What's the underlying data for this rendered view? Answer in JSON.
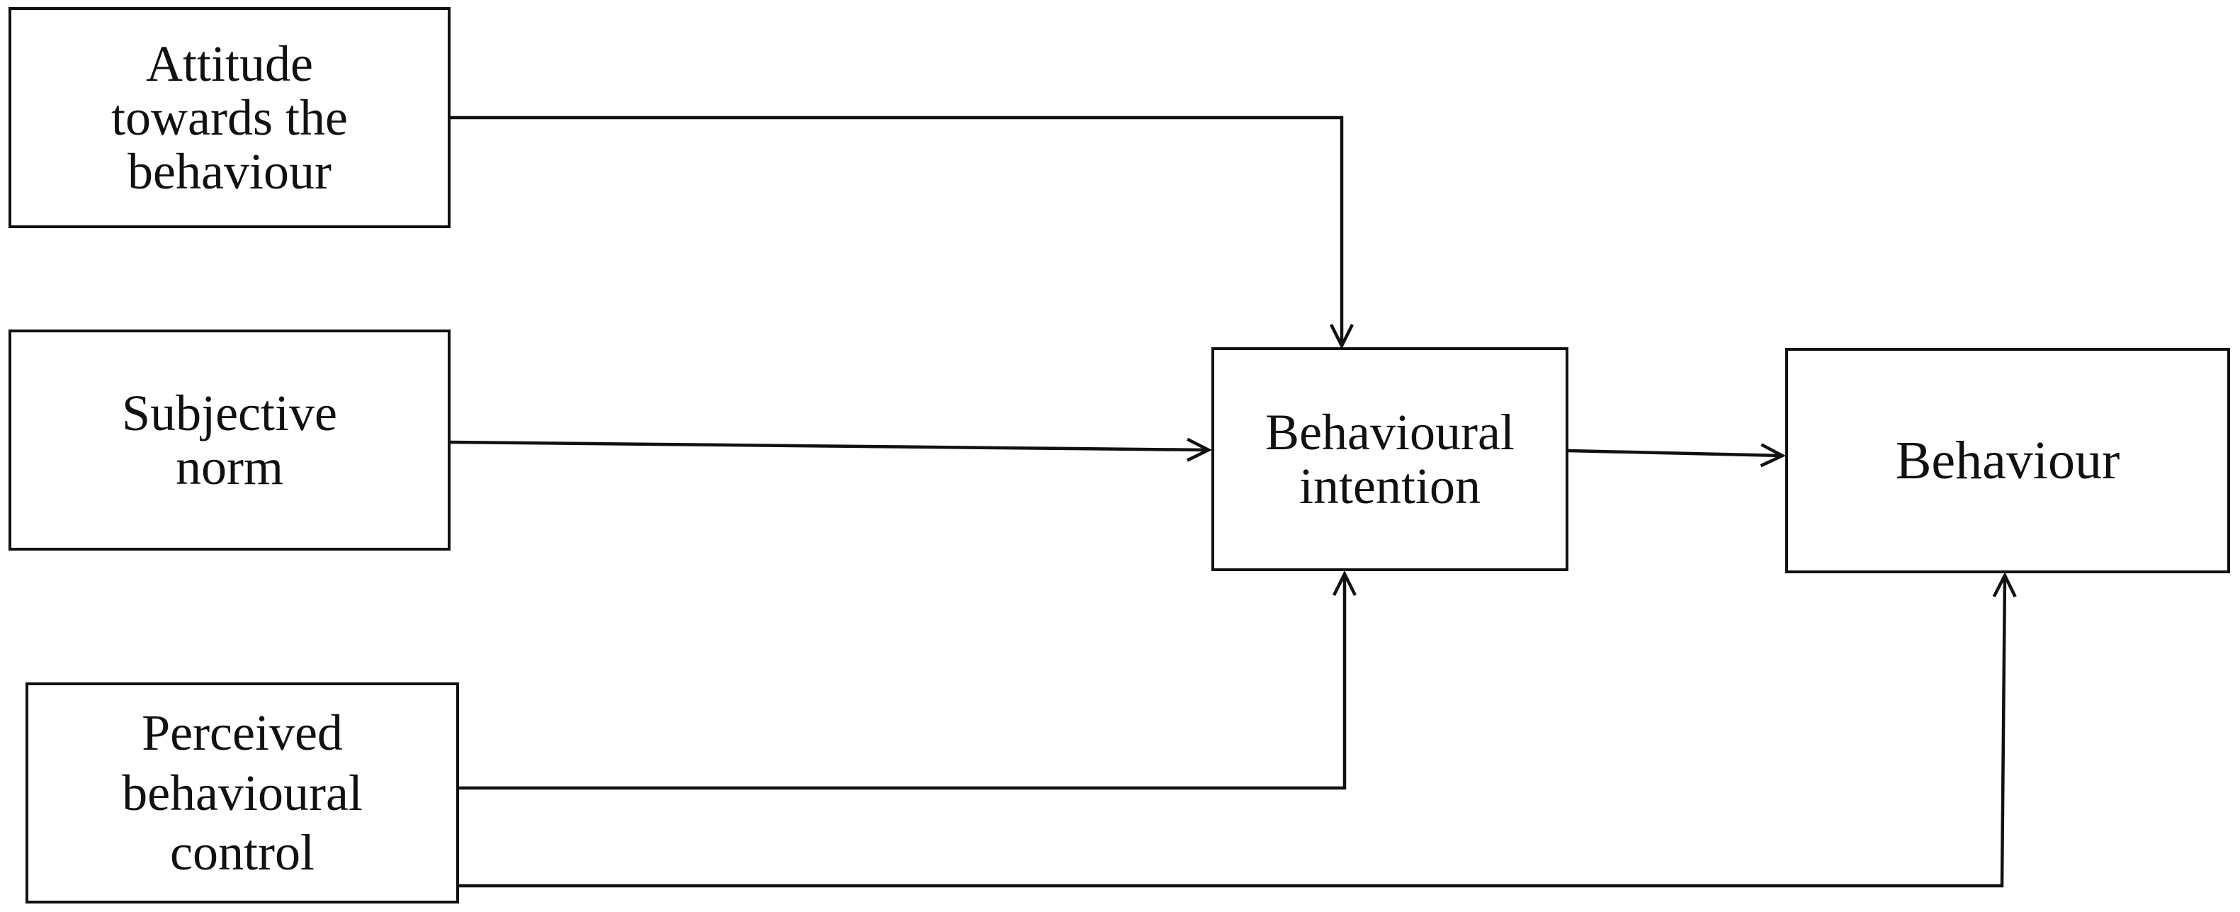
{
  "diagram": {
    "nodes": {
      "attitude": {
        "text": "Attitude\ntowards the\nbehaviour"
      },
      "norm": {
        "text": "Subjective\nnorm"
      },
      "pbc": {
        "text": "Perceived\nbehavioural\ncontrol"
      },
      "intention": {
        "text": "Behavioural\nintention"
      },
      "behaviour": {
        "text": "Behaviour"
      }
    },
    "edges": [
      {
        "from": "attitude",
        "to": "intention"
      },
      {
        "from": "norm",
        "to": "intention"
      },
      {
        "from": "pbc",
        "to": "intention"
      },
      {
        "from": "intention",
        "to": "behaviour"
      },
      {
        "from": "pbc",
        "to": "behaviour"
      }
    ],
    "colors": {
      "line": "#111111",
      "background": "#ffffff"
    }
  }
}
